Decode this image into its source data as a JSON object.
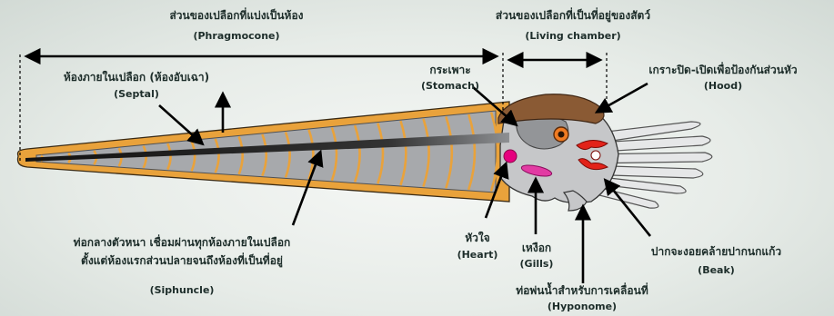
{
  "labels": {
    "phragmocone_th": "ส่วนของเปลือกที่แบ่งเป็นห้อง",
    "phragmocone_en": "(Phragmocone)",
    "living_th": "ส่วนของเปลือกที่เป็นที่อยู่ของสัตว์",
    "living_en": "(Living chamber)",
    "septal_th": "ห้องภายในเปลือก (ห้องอับเฉา)",
    "septal_en": "(Septal)",
    "stomach_th": "กระเพาะ",
    "stomach_en": "(Stomach)",
    "hood_th": "เกราะปิด-เปิดเพื่อป้องกันส่วนหัว",
    "hood_en": "(Hood)",
    "siphuncle_th1": "ท่อกลางตัวหนา เชื่อมผ่านทุกห้องภายในเปลือก",
    "siphuncle_th2": "ตั้งแต่ห้องแรกส่วนปลายจนถึงห้องที่เป็นที่อยู่",
    "siphuncle_en": "(Siphuncle)",
    "heart_th": "หัวใจ",
    "heart_en": "(Heart)",
    "gills_th": "เหงือก",
    "gills_en": "(Gills)",
    "beak_th": "ปากจะงอยคล้ายปากนกแก้ว",
    "beak_en": "(Beak)",
    "hyponome_th": "ท่อพ่นน้ำสำหรับการเคลื่อนที่",
    "hyponome_en": "(Hyponome)"
  },
  "colors": {
    "shell_outer": "#e9a23b",
    "chamber": "#a7a9ac",
    "septa": "#6d6f72",
    "body": "#c6c7c9",
    "tentacle": "#e6e7e8",
    "hood": "#8a5a34",
    "eye": "#f07b22",
    "beak": "#e2231a",
    "heart": "#e6007e",
    "gills": "#e23ba3",
    "siphuncle": "#1a1a1a",
    "label_text": "#1d2d2a"
  }
}
